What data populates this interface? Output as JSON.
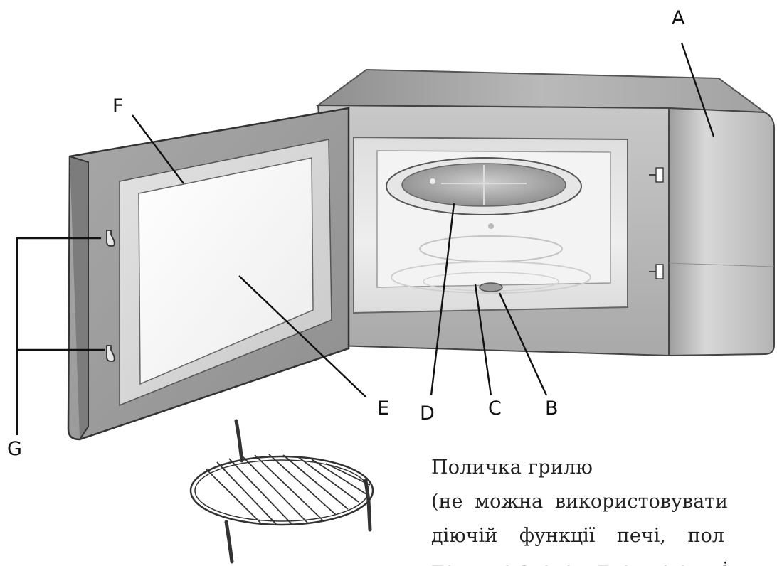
{
  "labels": {
    "a": "A",
    "b": "B",
    "c": "C",
    "d": "D",
    "e": "E",
    "f": "F",
    "g": "G"
  },
  "caption": {
    "title": "Поличка грилю",
    "line1": "(не можна використовувати",
    "line2": "діючій функції печі, пол",
    "line3": "повинна знаходитися на скляі"
  }
}
